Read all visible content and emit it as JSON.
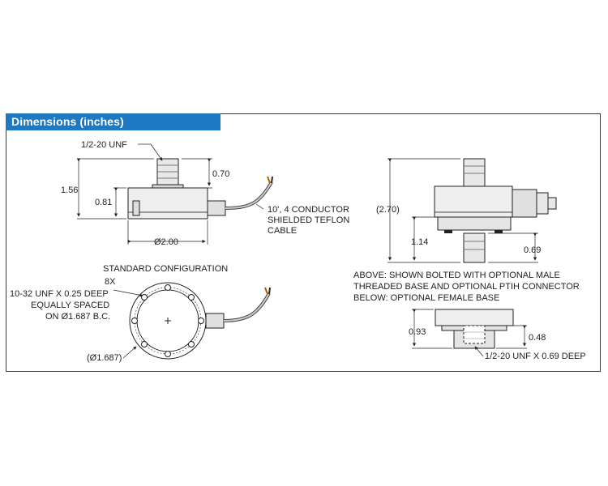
{
  "header": {
    "title": "Dimensions (inches)",
    "color": "#1e78c2"
  },
  "top_left": {
    "thread": "1/2-20 UNF",
    "height_total": "1.56",
    "post_height": "0.70",
    "body_height": "0.81",
    "diameter": "Ø2.00",
    "cable_line1": "10', 4 CONDUCTOR",
    "cable_line2": "SHIELDED TEFLON",
    "cable_line3": "CABLE"
  },
  "top_right": {
    "height_total": "(2.70)",
    "height_lower": "1.14",
    "base_height": "0.69"
  },
  "bottom_left": {
    "config_label": "STANDARD CONFIGURATION",
    "count": "8X",
    "hole_line1": "10-32 UNF X 0.25 DEEP",
    "hole_line2": "EQUALLY SPACED",
    "hole_line3": "ON Ø1.687 B.C.",
    "bolt_circle": "(Ø1.687)"
  },
  "notes": {
    "line1": "ABOVE: SHOWN BOLTED WITH OPTIONAL MALE",
    "line2": "THREADED BASE AND OPTIONAL PTIH CONNECTOR",
    "line3": "BELOW: OPTIONAL FEMALE BASE"
  },
  "bottom_right": {
    "height_total": "0.93",
    "depth": "0.48",
    "thread": "1/2-20 UNF X 0.69 DEEP"
  }
}
